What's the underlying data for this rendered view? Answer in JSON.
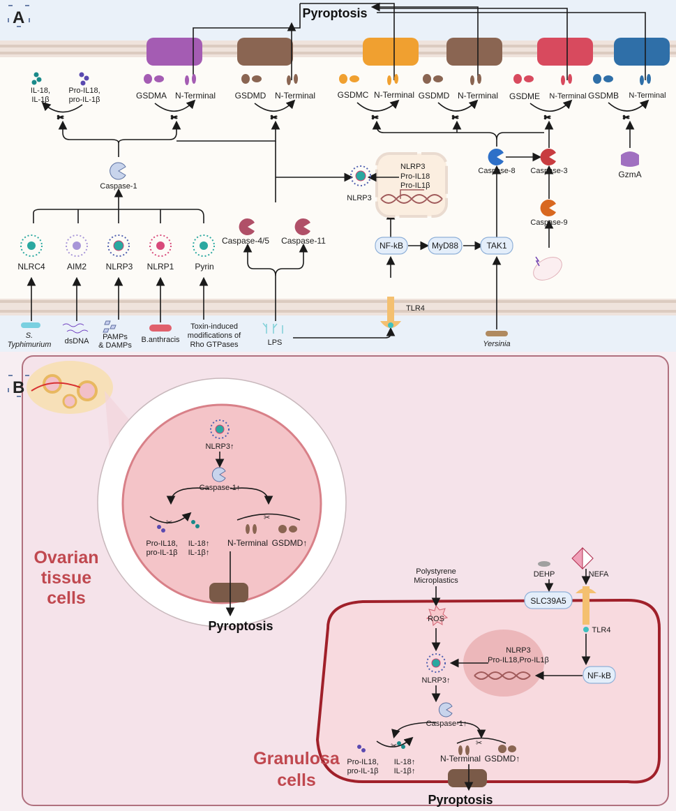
{
  "panel_a": {
    "label": "A",
    "title": "Pyroptosis",
    "cleavage_products": {
      "il_mature_1": "IL-18,",
      "il_mature_2": "IL-1β",
      "il_pro_1": "Pro-IL18,",
      "il_pro_2": "pro-IL-1β"
    },
    "gasdermins": [
      "GSDMA",
      "GSDMD",
      "GSDMC",
      "GSDMD",
      "GSDME",
      "GSDMB"
    ],
    "n_terminal": "N-Terminal",
    "caspases": {
      "c1": "Caspase-1",
      "c45": "Caspase-4/5",
      "c11": "Caspase-11",
      "c8": "Caspase-8",
      "c3": "Caspase-3",
      "c9": "Caspase-9"
    },
    "inflammasomes": [
      "NLRC4",
      "AIM2",
      "NLRP3",
      "NLRP1",
      "Pyrin"
    ],
    "nlrp3": "NLRP3",
    "nucleus_genes": [
      "NLRP3",
      "Pro-IL18",
      "Pro-IL1β"
    ],
    "signaling": {
      "nfkb": "NF-kB",
      "myd88": "MyD88",
      "tak1": "TAK1",
      "tlr4": "TLR4",
      "gzma": "GzmA"
    },
    "stimuli": {
      "salmonella_1": "S.",
      "salmonella_2": "Typhimurium",
      "dsdna": "dsDNA",
      "pamps_1": "PAMPs",
      "pamps_2": "& DAMPs",
      "anthracis": "B.anthracis",
      "toxin_1": "Toxin-induced",
      "toxin_2": "modifications of",
      "toxin_3": "Rho GTPases",
      "lps": "LPS",
      "yersinia": "Yersinia"
    },
    "colors": {
      "gsdma": "#9b4fa8",
      "gsdmd": "#8a6552",
      "gsdmc": "#f0a030",
      "gsdme": "#d84a5e",
      "gsdmb": "#2f6fa8"
    }
  },
  "panel_b": {
    "label": "B",
    "ovarian": {
      "title_1": "Ovarian",
      "title_2": "tissue",
      "title_3": "cells",
      "nlrp3": "NLRP3↑",
      "caspase1": "Caspase-1↑",
      "pro_1": "Pro-IL18,",
      "pro_2": "pro-IL-1β",
      "mature_1": "IL-18↑",
      "mature_2": "IL-1β↑",
      "n_terminal": "N-Terminal",
      "gsdmd": "GSDMD↑",
      "outcome": "Pyroptosis"
    },
    "granulosa": {
      "title_1": "Granulosa",
      "title_2": "cells",
      "ps_1": "Polystyrene",
      "ps_2": "Microplastics",
      "dehp": "DEHP",
      "slc": "SLC39A5",
      "nefa": "NEFA",
      "tlr4": "TLR4",
      "ros": "ROS",
      "nlrp3": "NLRP3↑",
      "nfkb": "NF-kB",
      "genes_1": "NLRP3",
      "genes_2": "Pro-IL18,Pro-IL1β",
      "caspase1": "Caspase-1↑",
      "pro_1": "Pro-IL18,",
      "pro_2": "pro-IL-1β",
      "mature_1": "IL-18↑",
      "mature_2": "IL-1β↑",
      "n_terminal": "N-Terminal",
      "gsdmd": "GSDMD↑",
      "outcome": "Pyroptosis"
    }
  }
}
